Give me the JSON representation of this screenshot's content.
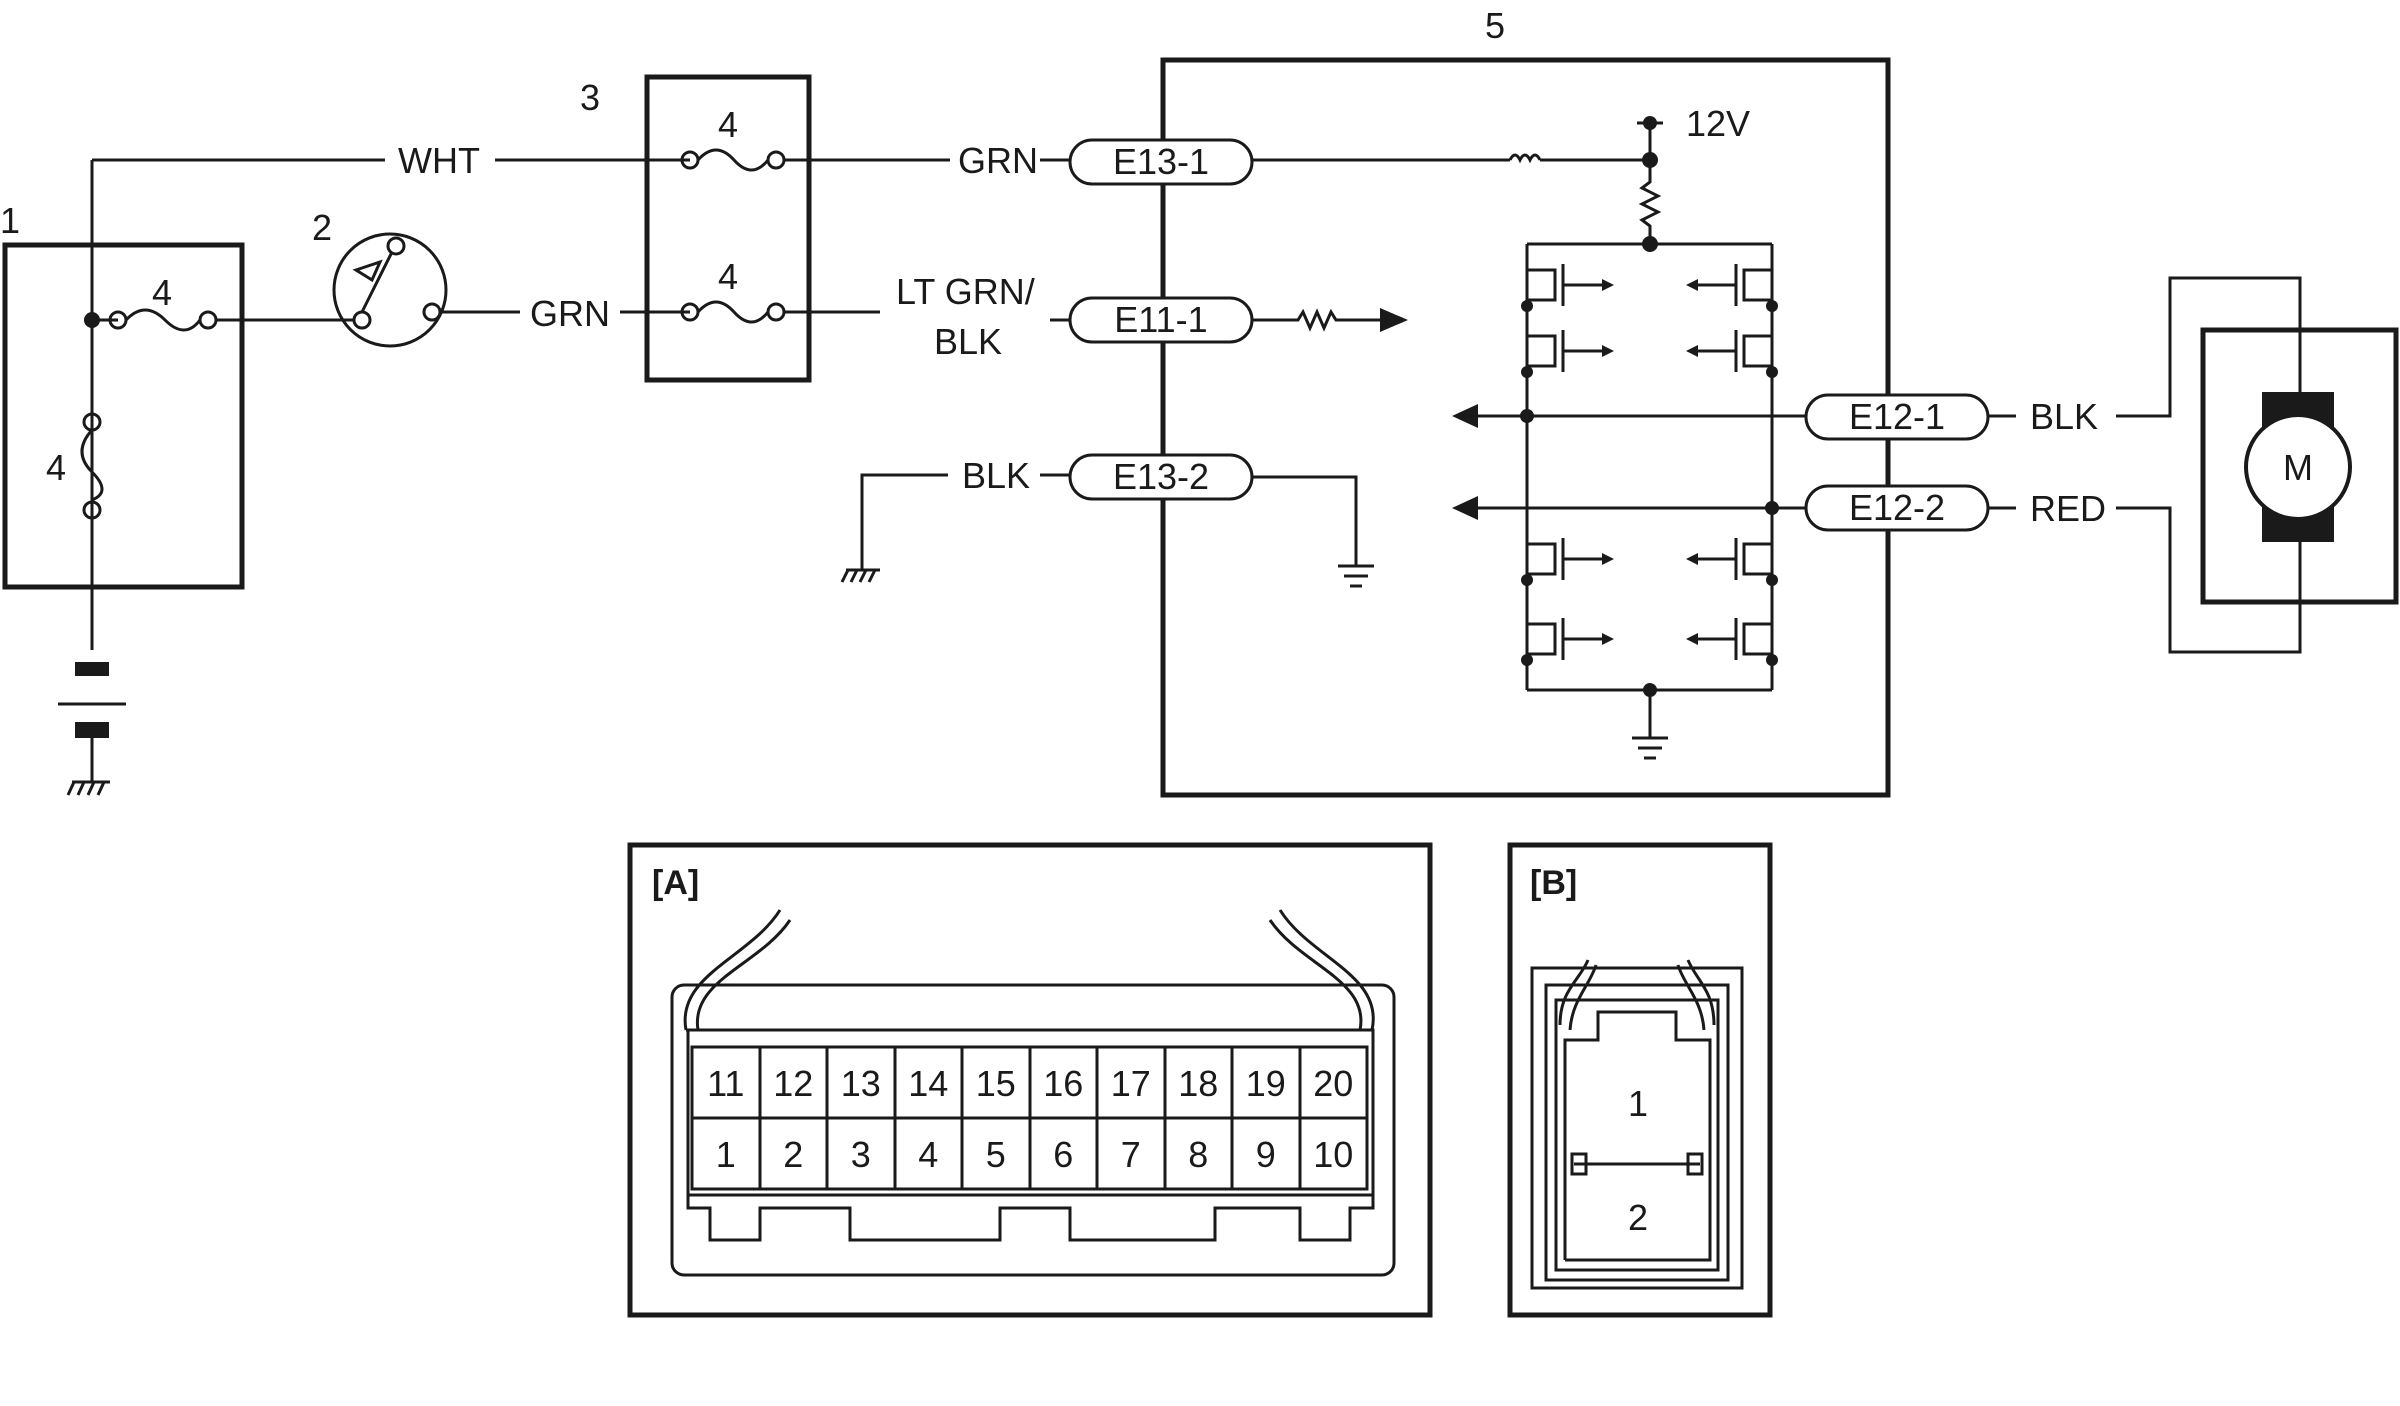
{
  "components": {
    "c1": "1",
    "c2": "2",
    "c3": "3",
    "c5": "5",
    "fuse": "4"
  },
  "wires": {
    "wht": "WHT",
    "grn_top": "GRN",
    "grn_switch": "GRN",
    "lt_grn_blk_1": "LT GRN/",
    "lt_grn_blk_2": "BLK",
    "blk_ground": "BLK",
    "blk_motor": "BLK",
    "red_motor": "RED"
  },
  "terminals": {
    "e13_1": "E13-1",
    "e11_1": "E11-1",
    "e13_2": "E13-2",
    "e12_1": "E12-1",
    "e12_2": "E12-2"
  },
  "supply": "12V",
  "motor_label": "M",
  "connector_a": {
    "label": "[A]",
    "top_row": [
      "11",
      "12",
      "13",
      "14",
      "15",
      "16",
      "17",
      "18",
      "19",
      "20"
    ],
    "bottom_row": [
      "1",
      "2",
      "3",
      "4",
      "5",
      "6",
      "7",
      "8",
      "9",
      "10"
    ]
  },
  "connector_b": {
    "label": "[B]",
    "pins": [
      "1",
      "2"
    ]
  },
  "colors": {
    "line": "#1a1a1a",
    "background": "#ffffff"
  }
}
